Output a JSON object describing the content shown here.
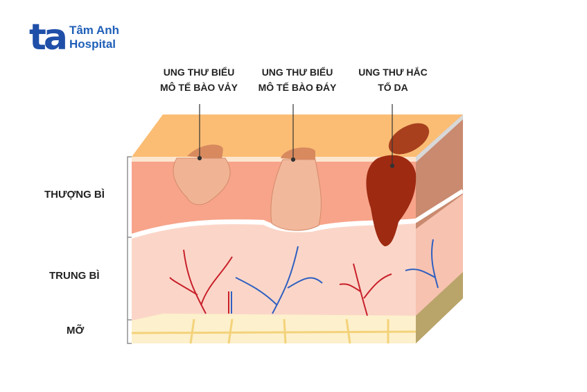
{
  "logo": {
    "mark": "ta",
    "line1": "Tâm Anh",
    "line2": "Hospital"
  },
  "tumor_labels": [
    {
      "line1": "UNG THƯ BIỂU",
      "line2": "MÔ TẾ BÀO VẢY"
    },
    {
      "line1": "UNG THƯ BIỂU",
      "line2": "MÔ TẾ BÀO ĐÁY"
    },
    {
      "line1": "UNG THƯ HẮC",
      "line2": "TỐ DA"
    }
  ],
  "layer_labels": {
    "epidermis": "THƯỢNG BÌ",
    "dermis": "TRUNG BÌ",
    "fat": "MỠ"
  },
  "colors": {
    "brand": "#1f4fa8",
    "top_surface": "#fbbd74",
    "epidermis": "#f7a48a",
    "dermis": "#fbd6c8",
    "fat": "#fdf0cc",
    "artery": "#c8202a",
    "vein": "#2f5fc0",
    "melanoma": "#9e2a12"
  }
}
